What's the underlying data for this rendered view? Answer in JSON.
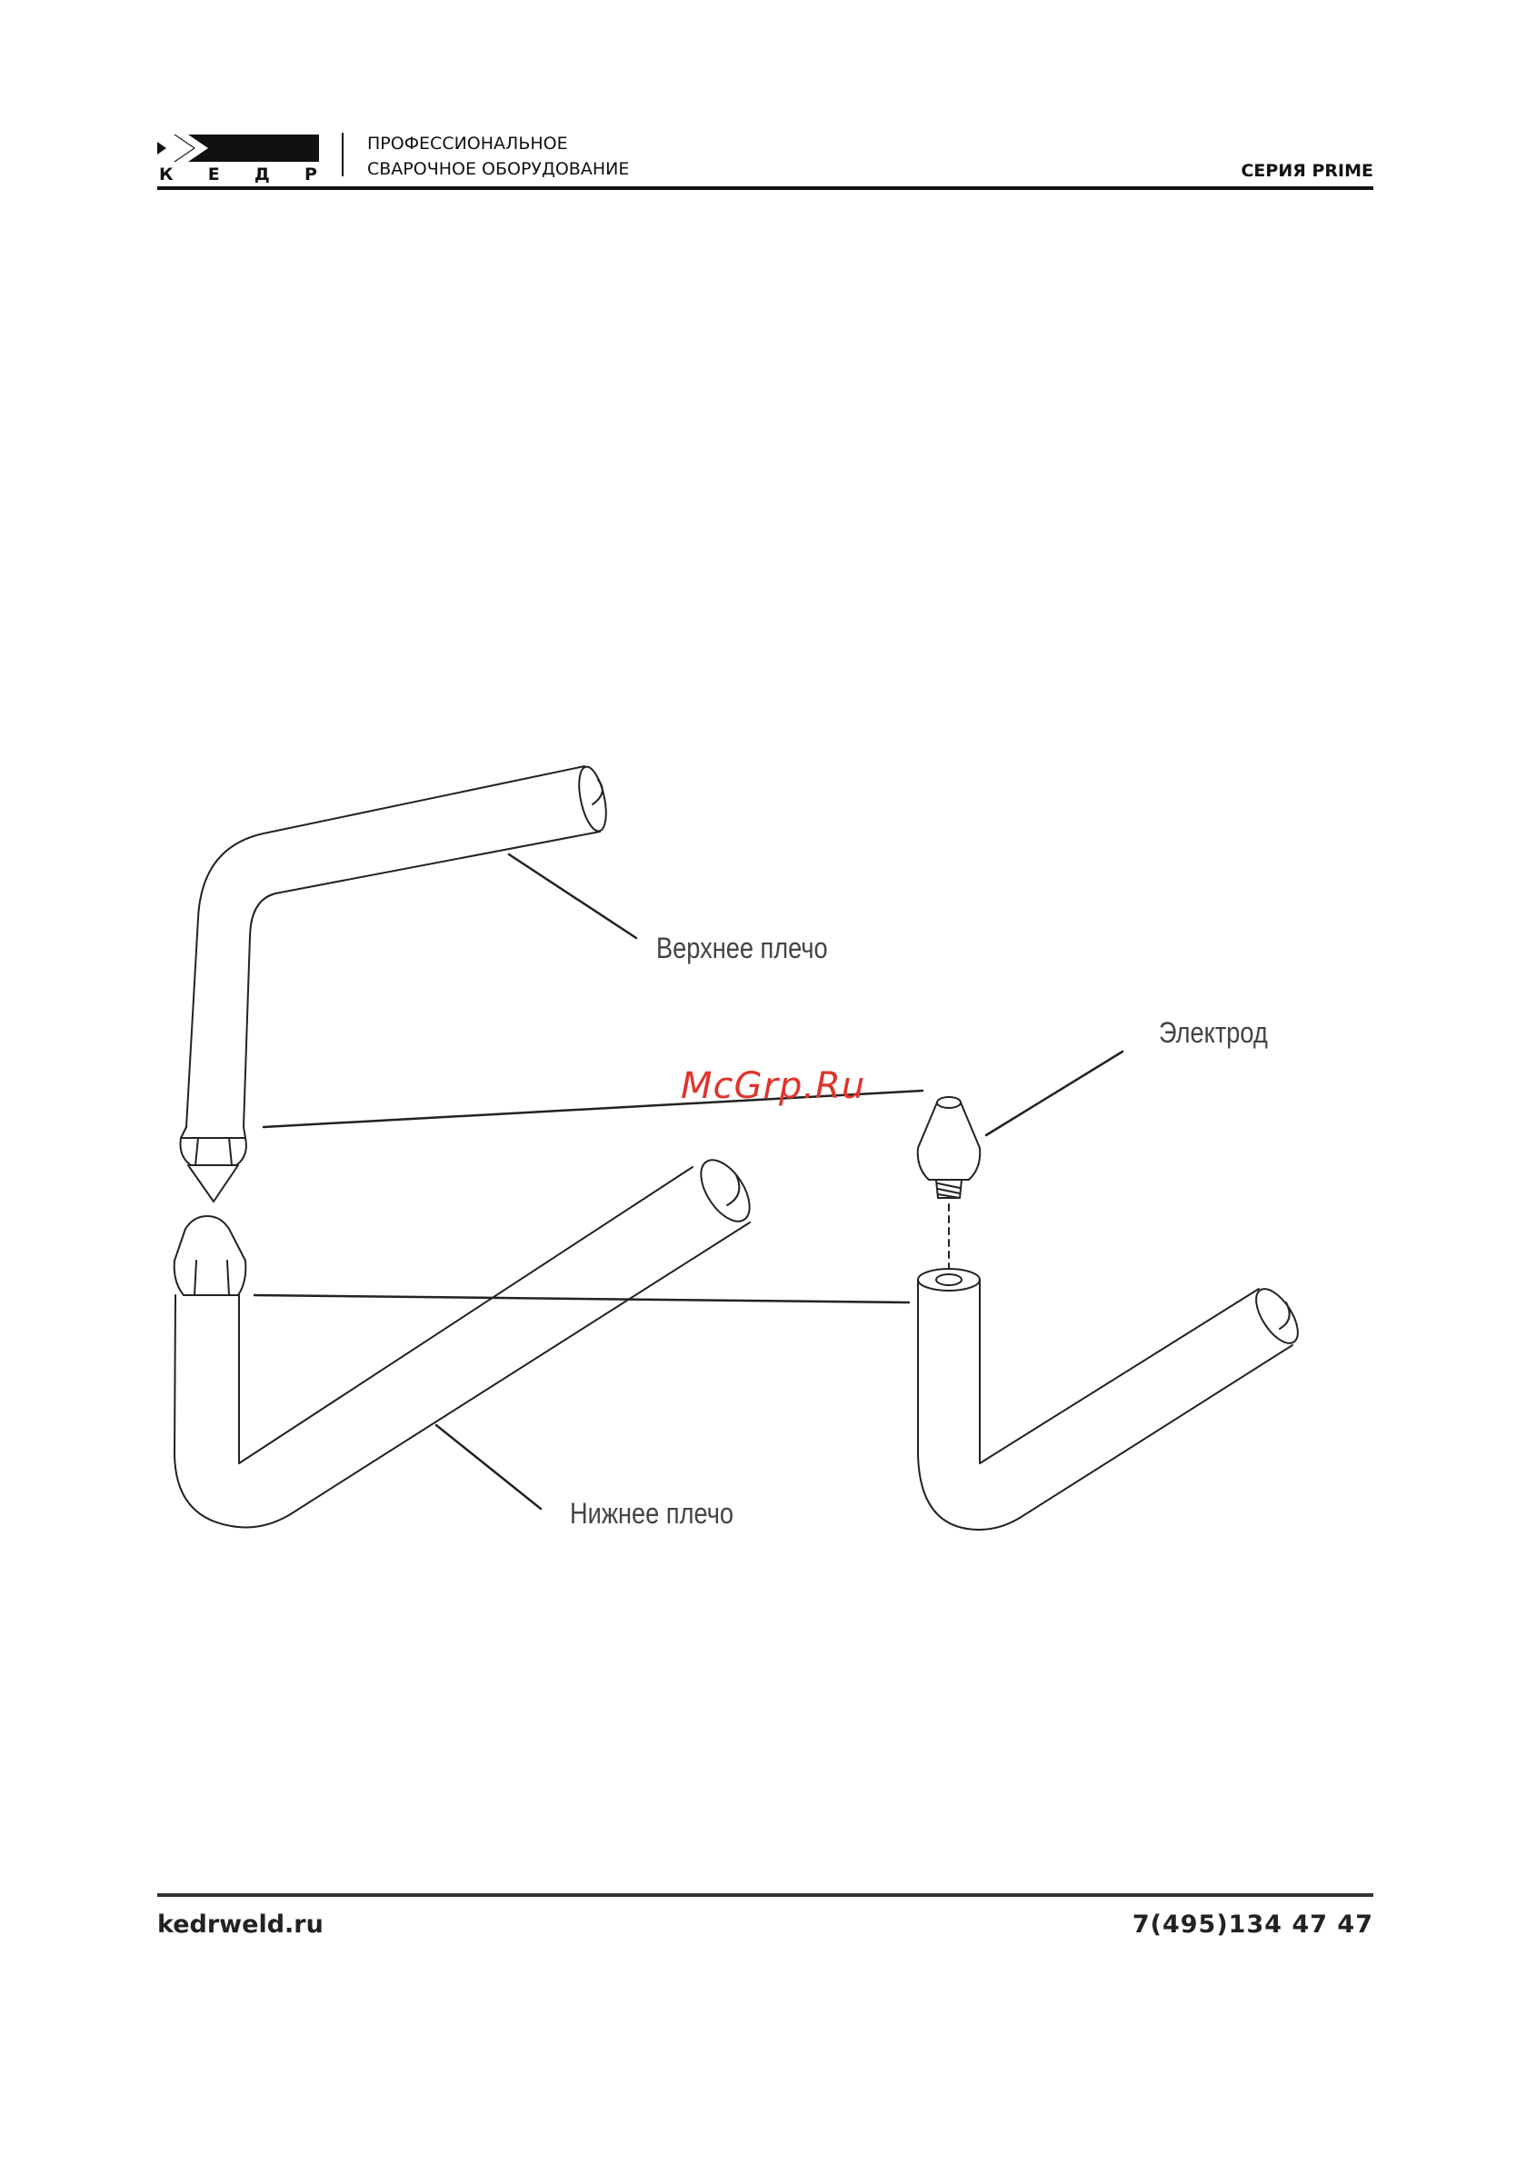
{
  "header": {
    "logo_letters": [
      "К",
      "Е",
      "Д",
      "Р"
    ],
    "tagline_line1": "ПРОФЕССИОНАЛЬНОЕ",
    "tagline_line2": "СВАРОЧНОЕ ОБОРУДОВАНИЕ",
    "series": "СЕРИЯ PRIME"
  },
  "diagram": {
    "label_upper_arm": "Верхнее плечо",
    "label_electrode": "Электрод",
    "label_lower_arm": "Нижнее плечо"
  },
  "watermark": "McGrp.Ru",
  "footer": {
    "site": "kedrweld.ru",
    "phone": "7(495)134 47 47"
  }
}
